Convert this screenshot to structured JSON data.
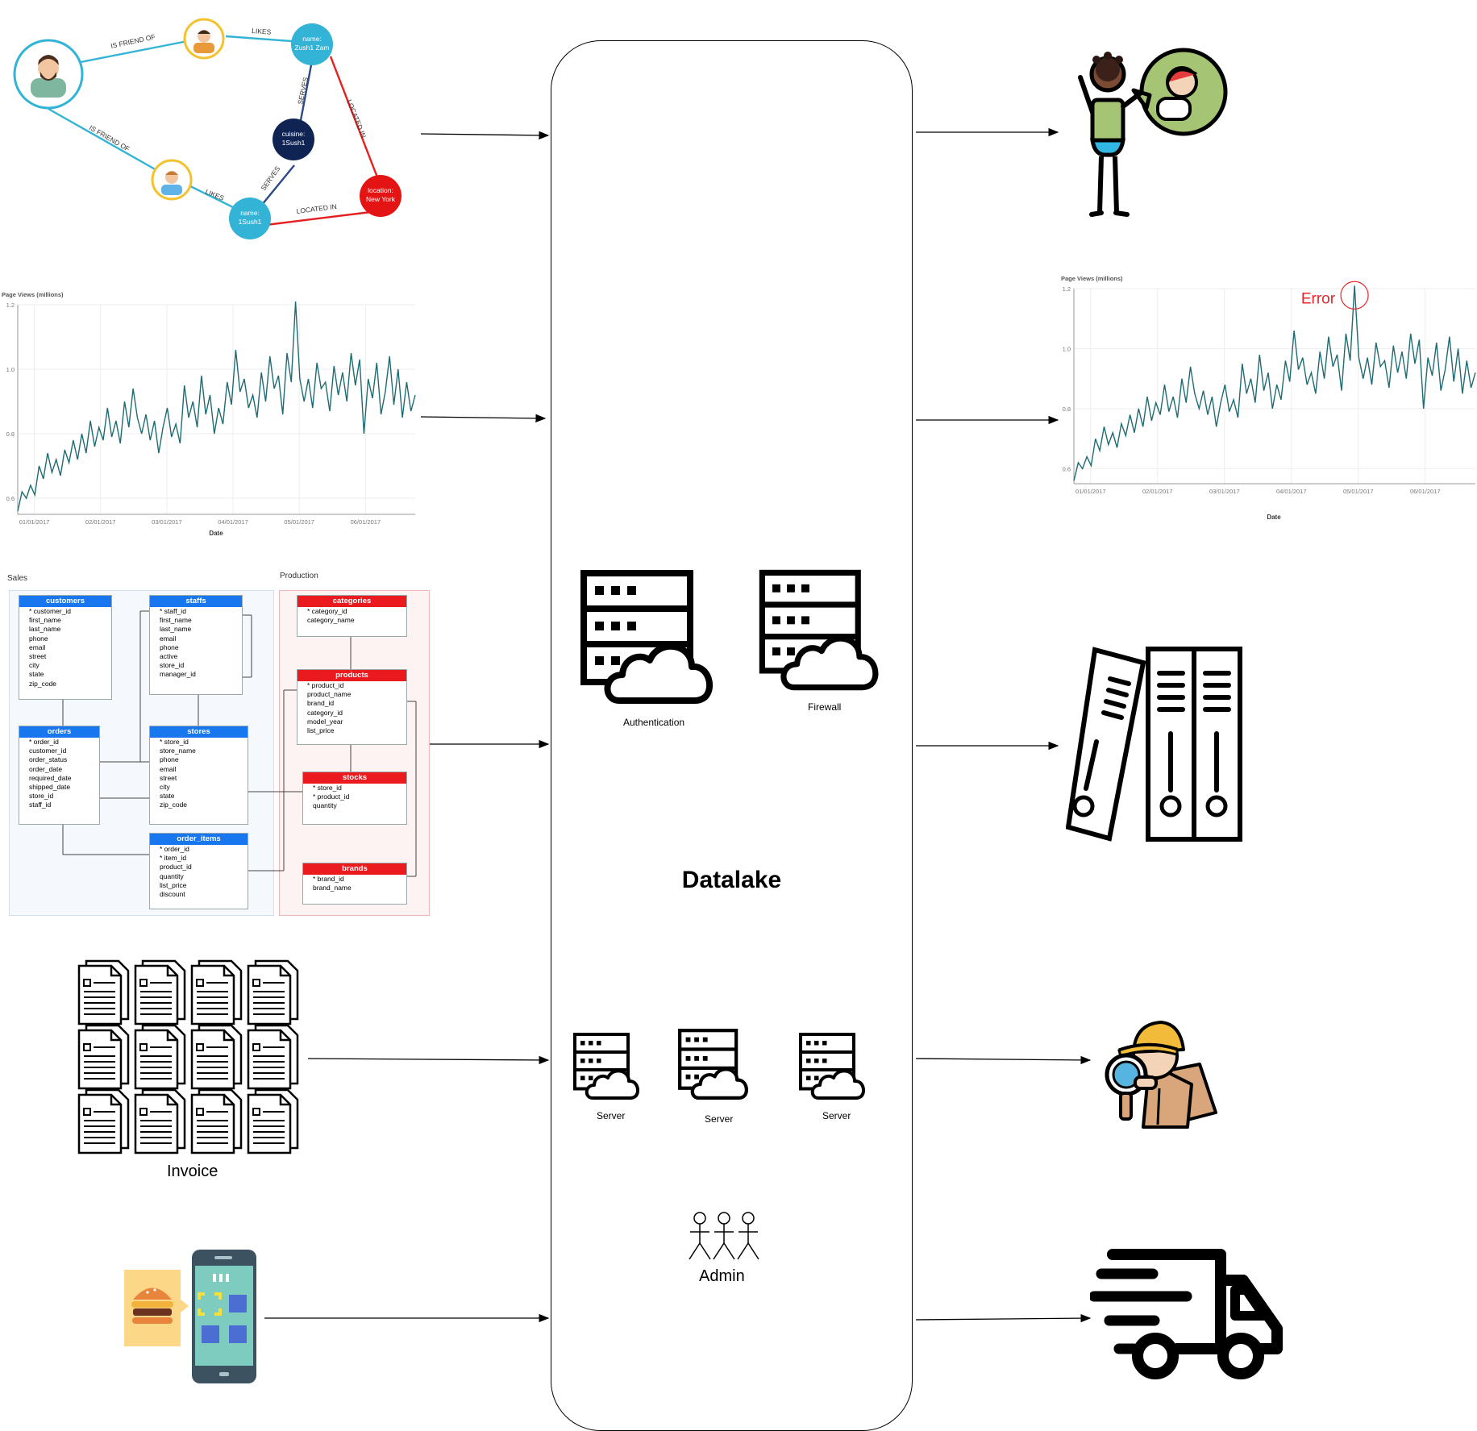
{
  "graph": {
    "edges": [
      "IS FRIEND OF",
      "LIKES",
      "IS FRIEND OF",
      "LIKES",
      "SERVES",
      "SERVES",
      "LOCATED IN",
      "LOCATED IN"
    ],
    "nodes": [
      {
        "l1": "name:",
        "l2": "Zush1 Zam"
      },
      {
        "l1": "cuisine:",
        "l2": "1Sush1"
      },
      {
        "l1": "location:",
        "l2": "New York"
      },
      {
        "l1": "name:",
        "l2": "1Sush1"
      }
    ]
  },
  "chart_data": [
    {
      "type": "line",
      "title": "",
      "ylabel": "Page Views (millions)",
      "xlabel": "Date",
      "x_ticks": [
        "01/01/2017",
        "02/01/2017",
        "03/01/2017",
        "04/01/2017",
        "05/01/2017",
        "06/01/2017"
      ],
      "y_ticks": [
        "0.6",
        "0.8",
        "1.0",
        "1.2"
      ],
      "ylim": [
        0.55,
        1.2
      ],
      "values": [
        0.56,
        0.62,
        0.6,
        0.64,
        0.61,
        0.7,
        0.66,
        0.74,
        0.68,
        0.72,
        0.67,
        0.75,
        0.71,
        0.78,
        0.72,
        0.8,
        0.74,
        0.84,
        0.76,
        0.82,
        0.78,
        0.88,
        0.79,
        0.84,
        0.77,
        0.9,
        0.82,
        0.94,
        0.85,
        0.8,
        0.86,
        0.78,
        0.84,
        0.74,
        0.82,
        0.88,
        0.79,
        0.83,
        0.77,
        0.95,
        0.85,
        0.9,
        0.82,
        0.98,
        0.86,
        0.92,
        0.8,
        0.88,
        0.83,
        0.96,
        0.89,
        1.06,
        0.93,
        0.97,
        0.88,
        0.92,
        0.85,
        0.99,
        0.9,
        1.04,
        0.94,
        0.98,
        0.86,
        1.05,
        0.96,
        1.21,
        0.97,
        0.9,
        0.97,
        0.88,
        1.02,
        0.94,
        0.96,
        0.87,
        1.01,
        0.92,
        0.99,
        0.9,
        1.05,
        0.95,
        1.03,
        0.8,
        0.97,
        0.91,
        1.02,
        0.86,
        0.93,
        1.04,
        0.89,
        1.0,
        0.85,
        0.96,
        0.87,
        0.92
      ]
    },
    {
      "type": "line",
      "title": "",
      "ylabel": "Page Views (millions)",
      "xlabel": "Date",
      "x_ticks": [
        "01/01/2017",
        "02/01/2017",
        "03/01/2017",
        "04/01/2017",
        "05/01/2017",
        "06/01/2017"
      ],
      "y_ticks": [
        "0.6",
        "0.8",
        "1.0",
        "1.2"
      ],
      "ylim": [
        0.55,
        1.2
      ],
      "annotation": "Error",
      "values": [
        0.56,
        0.62,
        0.6,
        0.64,
        0.61,
        0.7,
        0.66,
        0.74,
        0.68,
        0.72,
        0.67,
        0.75,
        0.71,
        0.78,
        0.72,
        0.8,
        0.74,
        0.84,
        0.76,
        0.82,
        0.78,
        0.88,
        0.79,
        0.84,
        0.77,
        0.9,
        0.82,
        0.94,
        0.85,
        0.8,
        0.86,
        0.78,
        0.84,
        0.74,
        0.82,
        0.88,
        0.79,
        0.83,
        0.77,
        0.95,
        0.85,
        0.9,
        0.82,
        0.98,
        0.86,
        0.92,
        0.8,
        0.88,
        0.83,
        0.96,
        0.89,
        1.06,
        0.93,
        0.97,
        0.88,
        0.92,
        0.85,
        0.99,
        0.9,
        1.04,
        0.94,
        0.98,
        0.86,
        1.05,
        0.96,
        1.21,
        0.97,
        0.9,
        0.97,
        0.88,
        1.02,
        0.94,
        0.96,
        0.87,
        1.01,
        0.92,
        0.99,
        0.9,
        1.05,
        0.95,
        1.03,
        0.8,
        0.97,
        0.91,
        1.02,
        0.86,
        0.93,
        1.04,
        0.89,
        1.0,
        0.85,
        0.96,
        0.87,
        0.92
      ]
    }
  ],
  "erd": {
    "sales_label": "Sales",
    "production_label": "Production",
    "customers": {
      "title": "customers",
      "fields": [
        "* customer_id",
        "first_name",
        "last_name",
        "phone",
        "email",
        "street",
        "city",
        "state",
        "zip_code"
      ]
    },
    "staffs": {
      "title": "staffs",
      "fields": [
        "* staff_id",
        "first_name",
        "last_name",
        "email",
        "phone",
        "active",
        "store_id",
        "manager_id"
      ]
    },
    "orders": {
      "title": "orders",
      "fields": [
        "* order_id",
        "customer_id",
        "order_status",
        "order_date",
        "required_date",
        "shipped_date",
        "store_id",
        "staff_id"
      ]
    },
    "stores": {
      "title": "stores",
      "fields": [
        "* store_id",
        "store_name",
        "phone",
        "email",
        "street",
        "city",
        "state",
        "zip_code"
      ]
    },
    "order_items": {
      "title": "order_items",
      "fields": [
        "* order_id",
        "* item_id",
        "product_id",
        "quantity",
        "list_price",
        "discount"
      ]
    },
    "categories": {
      "title": "categories",
      "fields": [
        "* category_id",
        "category_name"
      ]
    },
    "products": {
      "title": "products",
      "fields": [
        "* product_id",
        "product_name",
        "brand_id",
        "category_id",
        "model_year",
        "list_price"
      ]
    },
    "stocks": {
      "title": "stocks",
      "fields": [
        "* store_id",
        "* product_id",
        "quantity"
      ]
    },
    "brands": {
      "title": "brands",
      "fields": [
        "* brand_id",
        "brand_name"
      ]
    }
  },
  "invoice_label": "Invoice",
  "datalake": {
    "title": "Datalake",
    "authentication_label": "Authentication",
    "firewall_label": "Firewall",
    "server_labels": [
      "Server",
      "Server",
      "Server"
    ],
    "admin_label": "Admin"
  },
  "colors": {
    "chart_line": "#1f6b73",
    "error": "#e8262b",
    "erd_blue": "#1877ee",
    "erd_red": "#ea1a1f"
  }
}
